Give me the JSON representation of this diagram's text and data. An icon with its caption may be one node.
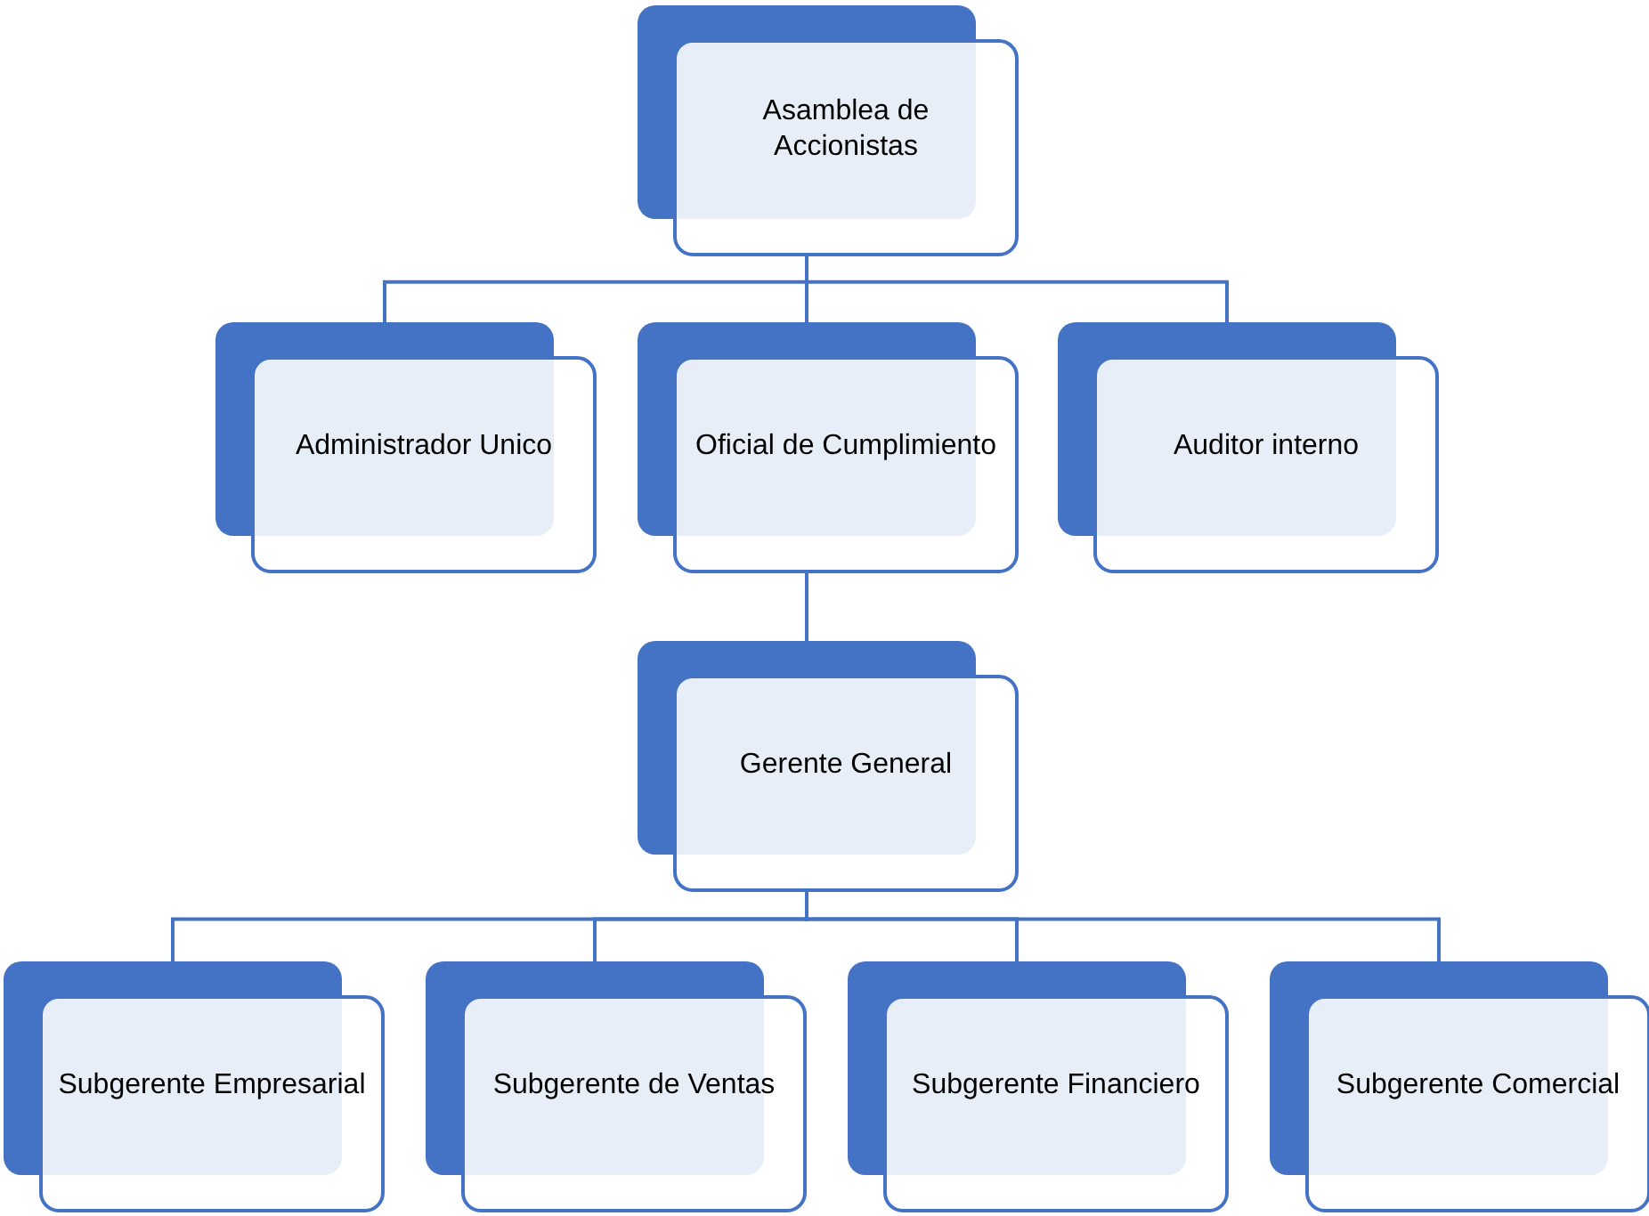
{
  "diagram": {
    "nodes": [
      {
        "text": [
          "Asamblea de Accionistas"
        ]
      },
      {
        "text": [
          "Administrador Unico"
        ]
      },
      {
        "text": [
          "Oficial de Cumplimiento"
        ]
      },
      {
        "text": [
          "Auditor interno"
        ]
      },
      {
        "text": [
          "Gerente General"
        ]
      },
      {
        "text": [
          "Subgerente Empresarial"
        ]
      },
      {
        "text": [
          "Subgerente de Ventas"
        ]
      },
      {
        "text": [
          "Subgerente Financiero"
        ]
      },
      {
        "text": [
          "Subgerente Comercial"
        ]
      }
    ],
    "edges": [
      {
        "from": 0,
        "to": 1,
        "arrow": "none"
      },
      {
        "from": 0,
        "to": 2,
        "arrow": "none"
      },
      {
        "from": 0,
        "to": 3,
        "arrow": "none"
      },
      {
        "from": 2,
        "to": 4,
        "arrow": "none"
      },
      {
        "from": 4,
        "to": 5,
        "arrow": "none"
      },
      {
        "from": 4,
        "to": 6,
        "arrow": "none"
      },
      {
        "from": 4,
        "to": 7,
        "arrow": "none"
      },
      {
        "from": 4,
        "to": 8,
        "arrow": "none"
      }
    ]
  }
}
